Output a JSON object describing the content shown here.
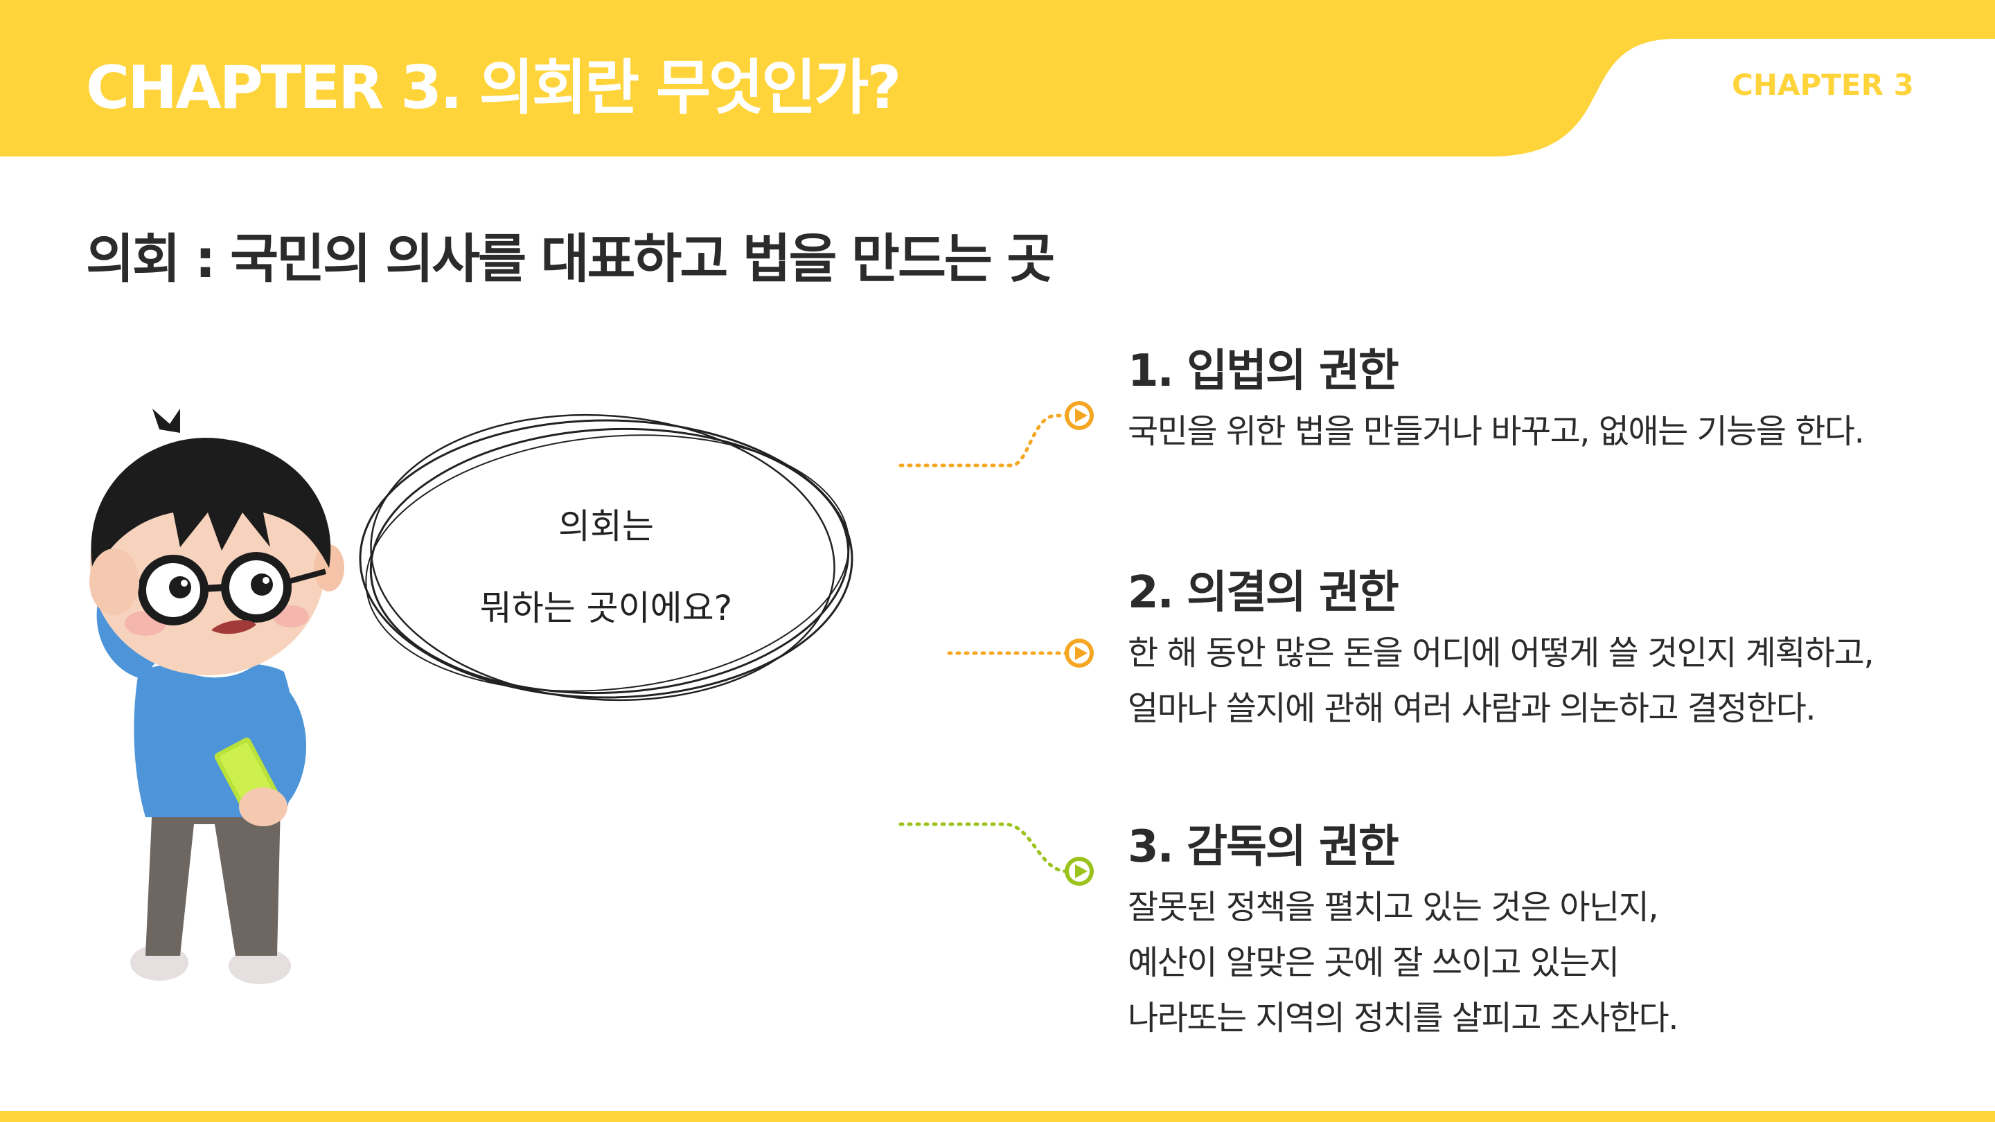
{
  "header": {
    "title": "CHAPTER 3. 의회란 무엇인가?",
    "tag": "CHAPTER 3",
    "accent_color": "#FFD43B"
  },
  "subtitle": "의회 : 국민의 의사를 대표하고 법을 만드는 곳",
  "bubble": {
    "line1": "의회는",
    "line2": "뭐하는 곳이에요?"
  },
  "items": [
    {
      "title": "1. 입법의 권한",
      "lines": [
        "국민을 위한 법을 만들거나 바꾸고, 없애는 기능을 한다."
      ],
      "marker_color": "#F5A623"
    },
    {
      "title": "2. 의결의 권한",
      "lines": [
        "한 해 동안 많은 돈을 어디에 어떻게 쓸 것인지 계획하고,",
        "얼마나 쓸지에 관해 여러 사람과 의논하고 결정한다."
      ],
      "marker_color": "#F5A623"
    },
    {
      "title": "3. 감독의 권한",
      "lines": [
        "잘못된 정책을 펼치고 있는 것은 아닌지,",
        "예산이 알맞은 곳에 잘 쓰이고 있는지",
        "나라또는 지역의 정치를 살피고 조사한다."
      ],
      "marker_color": "#9BC31C"
    }
  ]
}
